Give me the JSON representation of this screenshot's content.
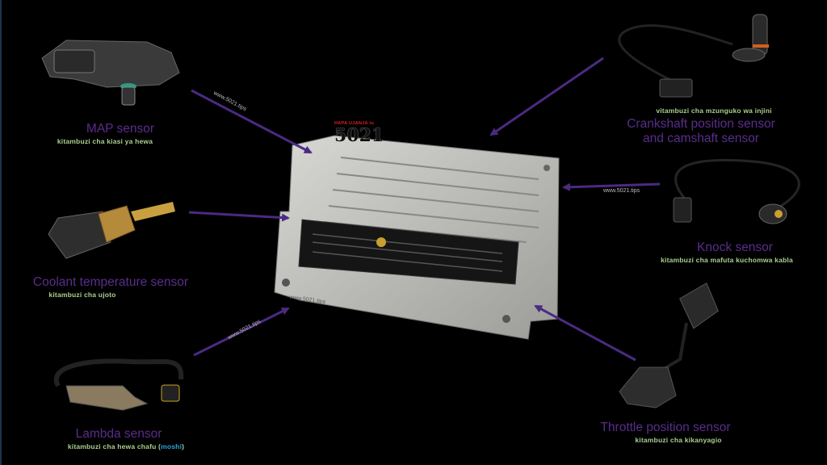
{
  "ecu": {
    "logo_tagline": "HAPA UJANJA tu",
    "logo_number": "5021"
  },
  "watermark": "www.5021.tips",
  "sensors": {
    "map": {
      "title": "MAP sensor",
      "subtitle": "kitambuzi cha kiasi ya hewa"
    },
    "coolant": {
      "title": "Coolant temperature sensor",
      "subtitle": "kitambuzi cha ujoto"
    },
    "lambda": {
      "title": "Lambda sensor",
      "subtitle_prefix": "kitambuzi cha hewa chafu (",
      "subtitle_highlight": "moshi",
      "subtitle_suffix": ")"
    },
    "crankshaft": {
      "subtitle": "vitambuzi cha mzunguko wa injini",
      "title_line1": "Crankshaft position sensor",
      "title_line2": "and camshaft sensor"
    },
    "knock": {
      "title": "Knock sensor",
      "subtitle": "kitambuzi cha mafuta kuchomwa kabla"
    },
    "throttle": {
      "title": "Throttle position sensor",
      "subtitle": "kitambuzi cha kikanyagio"
    }
  },
  "colors": {
    "arrow": "#4b2a82",
    "title": "#5a2d8c",
    "subtitle": "#a9d08e",
    "highlight": "#27a6e0"
  }
}
